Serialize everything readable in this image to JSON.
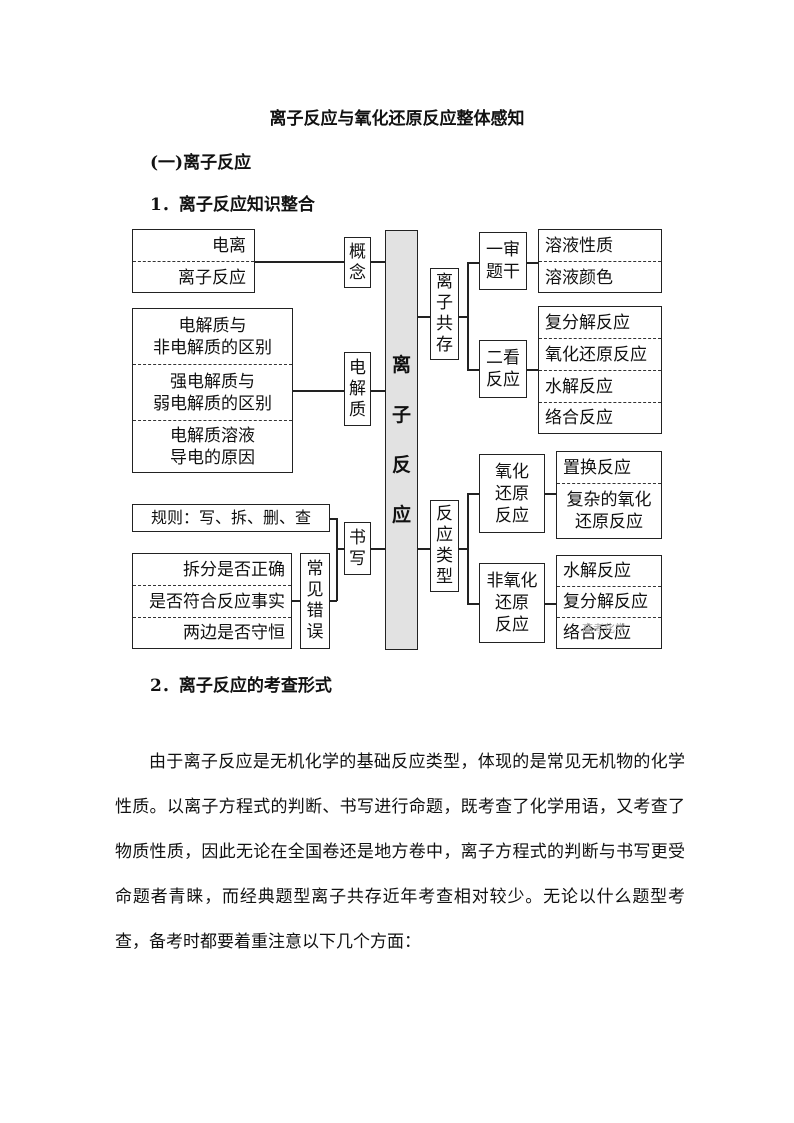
{
  "title": "离子反应与氧化还原反应整体感知",
  "section1": "(一)离子反应",
  "heading1": "1．离子反应知识整合",
  "heading2": "2．离子反应的考查形式",
  "diagram": {
    "center": [
      "离",
      "子",
      "反",
      "应"
    ],
    "concept": {
      "items": [
        "电离",
        "离子反应"
      ],
      "label": [
        "概",
        "念"
      ]
    },
    "electrolyte": {
      "items": [
        "电解质与\n非电解质的区别",
        "强电解质与\n弱电解质的区别",
        "电解质溶液\n导电的原因"
      ],
      "label": [
        "电",
        "解",
        "质"
      ]
    },
    "writing": {
      "rule": "规则：写、拆、删、查",
      "errors": [
        "拆分是否正确",
        "是否符合反应事实",
        "两边是否守恒"
      ],
      "error_label": [
        "常",
        "见",
        "错",
        "误"
      ],
      "label": [
        "书",
        "写"
      ]
    },
    "coexist": {
      "label": [
        "离",
        "子",
        "共",
        "存"
      ],
      "check1": {
        "label": "一审\n题干",
        "items": [
          "溶液性质",
          "溶液颜色"
        ]
      },
      "check2": {
        "label": "二看\n反应",
        "items": [
          "复分解反应",
          "氧化还原反应",
          "水解反应",
          "络合反应"
        ]
      }
    },
    "types": {
      "label": [
        "反",
        "应",
        "类",
        "型"
      ],
      "redox": {
        "label": "氧化\n还原\n反应",
        "items": [
          "置换反应",
          "复杂的氧化\n还原反应"
        ]
      },
      "nonredox": {
        "label": "非氧化\n还原\n反应",
        "items": [
          "水解反应",
          "复分解反应",
          "络合反应"
        ]
      }
    }
  },
  "paragraph": "由于离子反应是无机化学的基础反应类型，体现的是常见无机物的化学性质。以离子方程式的判断、书写进行命题，既考查了化学用语，又考查了物质性质，因此无论在全国卷还是地方卷中，离子方程式的判断与书写更受命题者青睐，而经典题型离子共存近年考查相对较少。无论以什么题型考查，备考时都要着重注意以下几个方面：",
  "watermark": "高考化学"
}
